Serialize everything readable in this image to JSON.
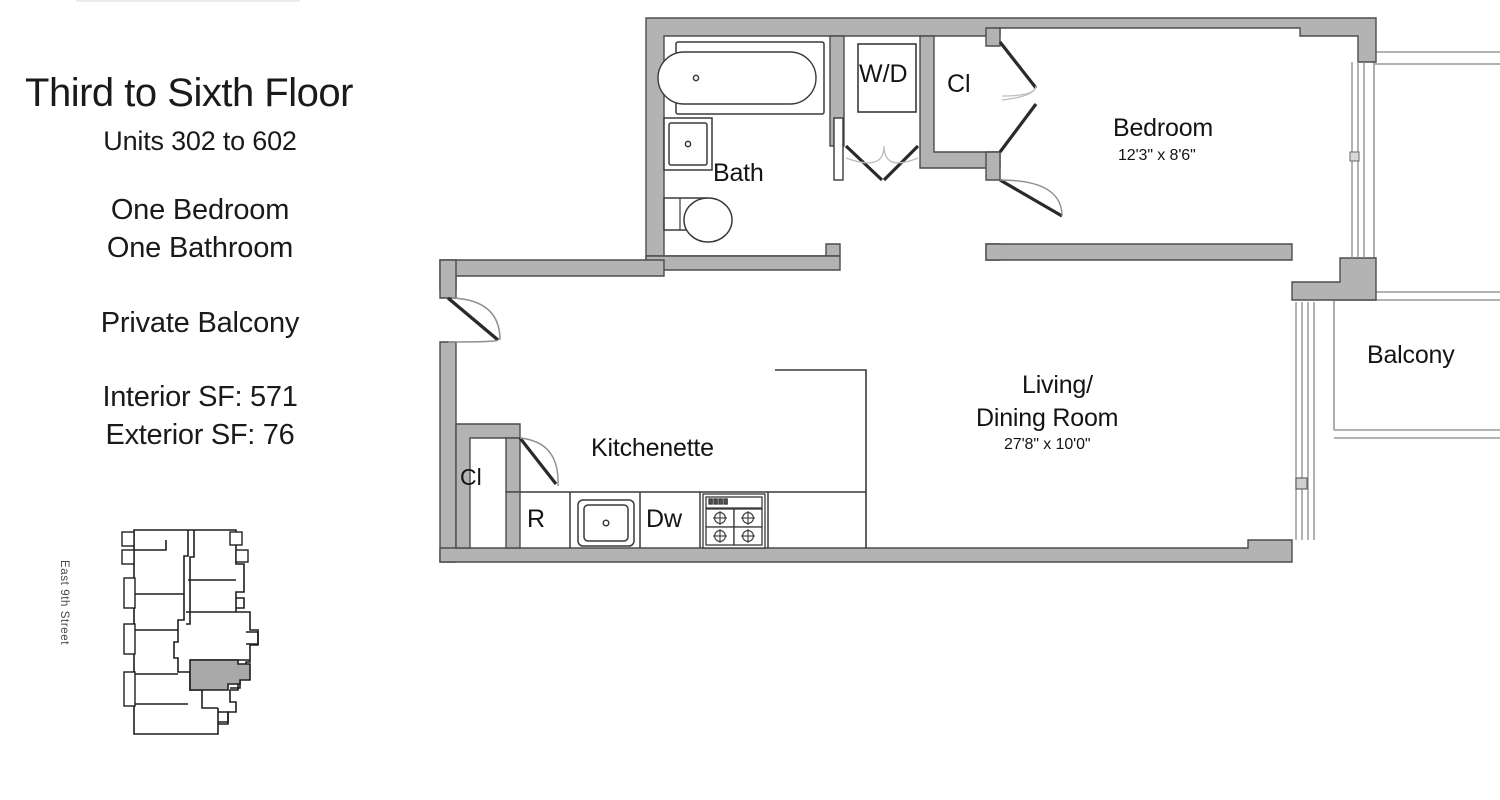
{
  "info": {
    "title": "Third to Sixth Floor",
    "subtitle": "Units 302 to 602",
    "bedrooms": "One Bedroom",
    "bathrooms": "One Bathroom",
    "amenity": "Private Balcony",
    "interior_sf": "Interior SF: 571",
    "exterior_sf": "Exterior SF: 76"
  },
  "keyplan": {
    "street_label": "East 9th Street",
    "highlight_color": "#a9a9a9",
    "outline_color": "#1a1a1a"
  },
  "plan": {
    "wall_fill": "#b3b3b3",
    "wall_stroke": "#4d4d4d",
    "rooms": [
      {
        "name": "Bath",
        "dim": ""
      },
      {
        "name": "Bedroom",
        "dim": "12'3\" x 8'6\""
      },
      {
        "name": "Living/",
        "dim": ""
      },
      {
        "name": "Dining Room",
        "dim": "27'8\" x 10'0\""
      },
      {
        "name": "Kitchenette",
        "dim": ""
      },
      {
        "name": "Balcony",
        "dim": ""
      }
    ],
    "labels": {
      "bath": "Bath",
      "bedroom": "Bedroom",
      "bedroom_dim": "12'3\" x 8'6\"",
      "living_line1": "Living/",
      "living_line2": "Dining Room",
      "living_dim": "27'8\" x 10'0\"",
      "kitchenette": "Kitchenette",
      "balcony": "Balcony",
      "washer_dryer": "W/D",
      "closet_bedroom": "Cl",
      "closet_entry": "Cl",
      "refrigerator": "R",
      "dishwasher": "Dw"
    }
  }
}
